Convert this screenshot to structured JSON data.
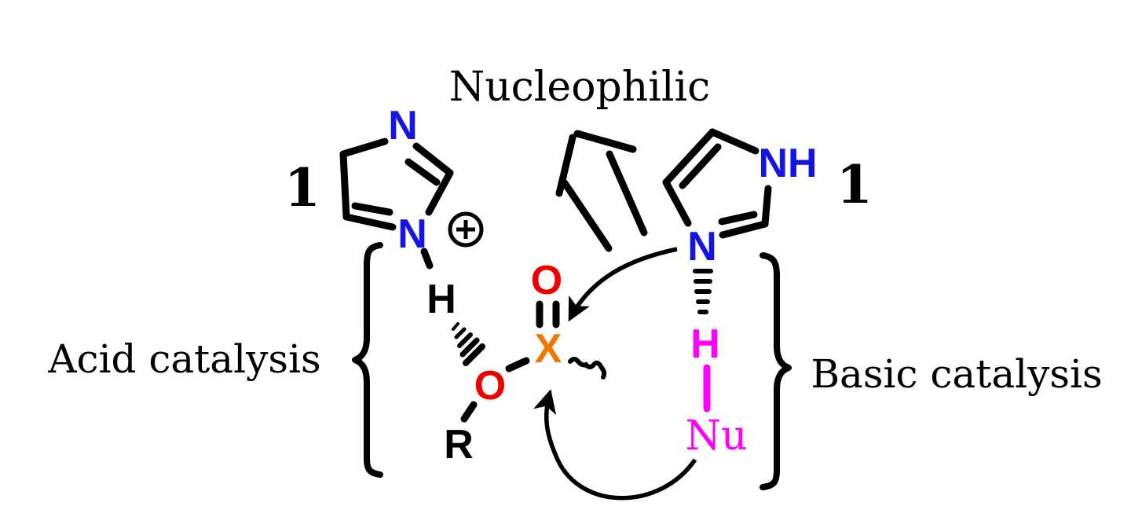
{
  "title": "Nucleophilic",
  "labels": {
    "acid": "Acid catalysis",
    "basic": "Basic catalysis",
    "compound_left": "1",
    "compound_right": "1",
    "charge": "+"
  },
  "atoms": {
    "left_ring_n_top": "N",
    "left_ring_n_bottom": "N",
    "left_h": "H",
    "ester_o": "O",
    "r_group": "R",
    "carbonyl_o": "O",
    "center_x": "X",
    "right_ring_nh": "NH",
    "right_ring_n": "N",
    "nu_h": "H",
    "nucleophile": "Nu"
  },
  "colors": {
    "nitrogen": "#1414e6",
    "oxygen": "#ee0000",
    "center": "#f07800",
    "nucleophile": "#ff00ff",
    "bond": "#000000"
  }
}
